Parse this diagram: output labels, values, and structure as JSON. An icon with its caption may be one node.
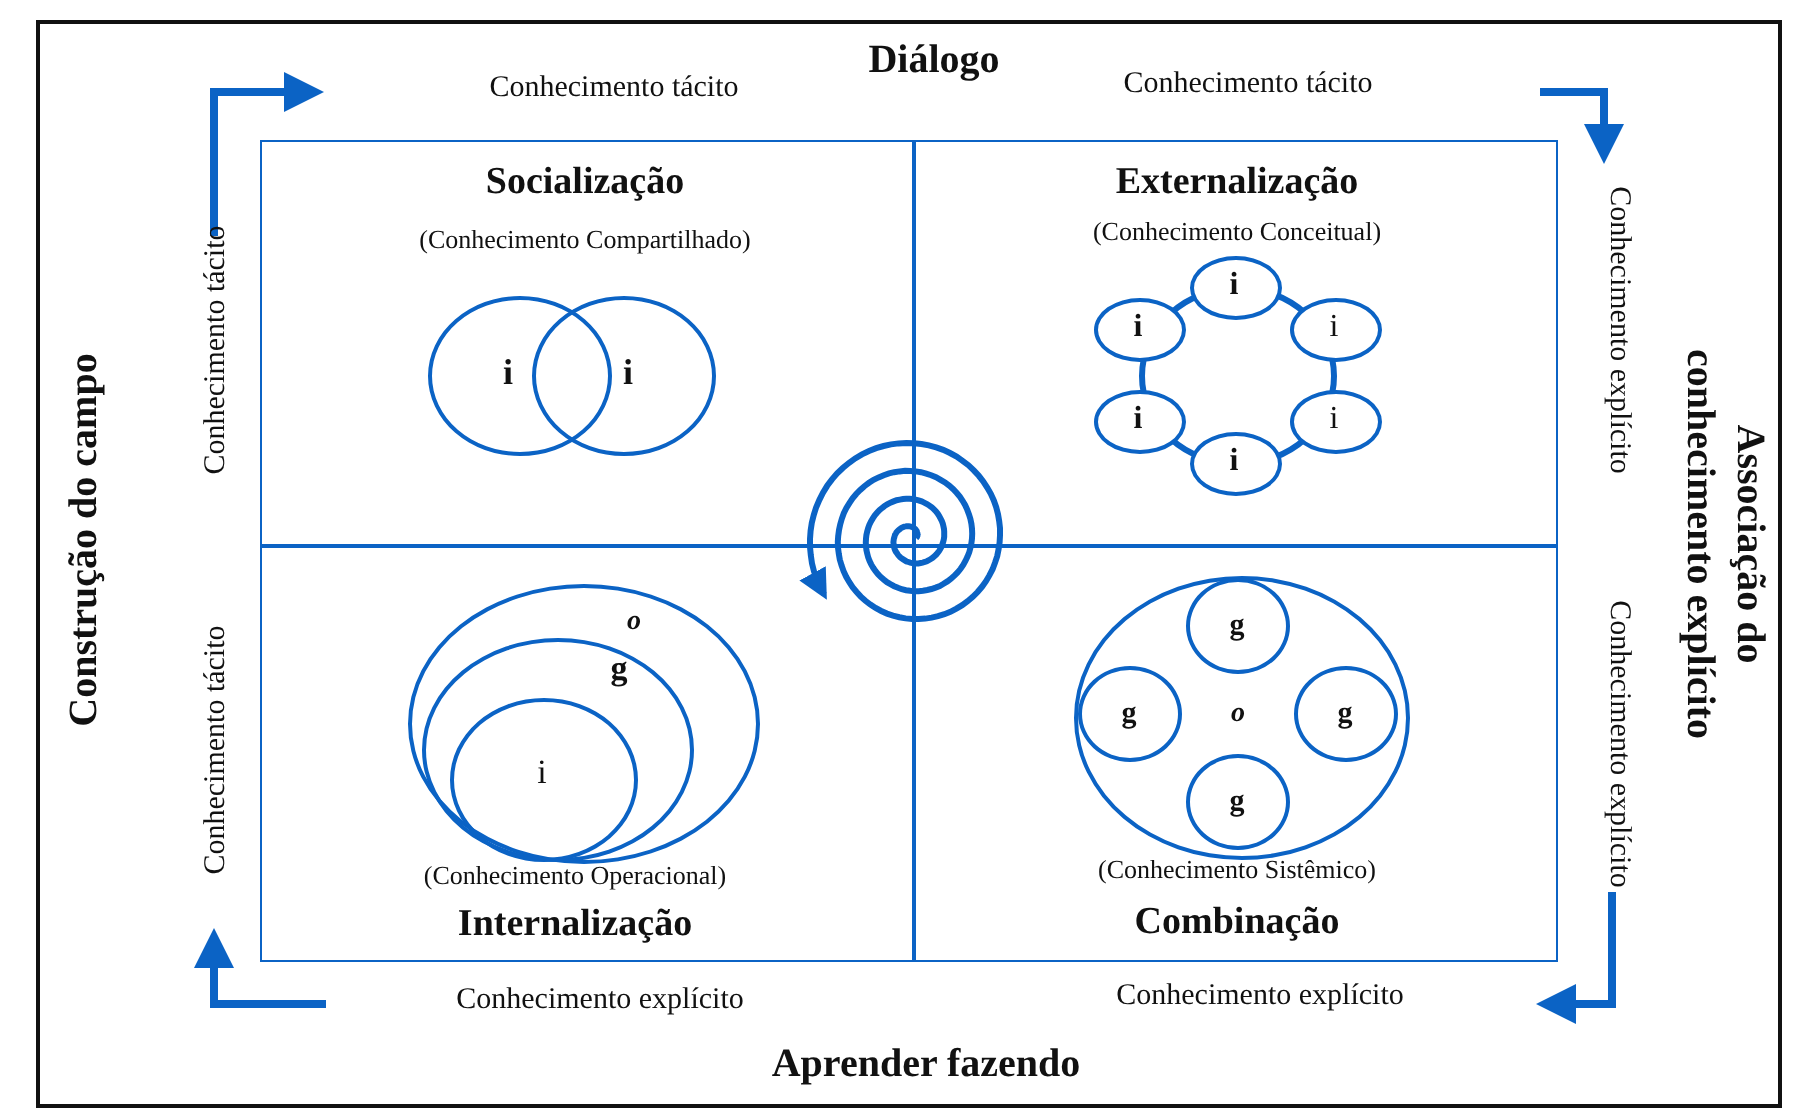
{
  "diagram": {
    "nodes": [
      {
        "text": [
          "Socialização",
          "(Conhecimento Compartilhado)"
        ]
      },
      {
        "text": [
          "Externalização",
          "(Conhecimento Conceitual)"
        ]
      },
      {
        "text": [
          "(Conhecimento Operacional)",
          "Internalização"
        ]
      },
      {
        "text": [
          "(Conhecimento Sistêmico)",
          "Combinação"
        ]
      },
      {
        "text": [
          "i"
        ],
        "in": 0
      },
      {
        "text": [
          "i"
        ],
        "in": 0
      },
      {
        "text": [
          "i"
        ],
        "in": 1
      },
      {
        "text": [
          "i"
        ],
        "in": 1
      },
      {
        "text": [
          "i"
        ],
        "in": 1
      },
      {
        "text": [
          "i"
        ],
        "in": 1
      },
      {
        "text": [
          "i"
        ],
        "in": 1
      },
      {
        "text": [
          "i"
        ],
        "in": 1
      },
      {
        "text": [
          "o"
        ],
        "in": 2
      },
      {
        "text": [
          "g"
        ],
        "in": 12
      },
      {
        "text": [
          "i"
        ],
        "in": 13
      },
      {
        "text": [
          "o"
        ],
        "in": 3
      },
      {
        "text": [
          "g"
        ],
        "in": 15
      },
      {
        "text": [
          "g"
        ],
        "in": 15
      },
      {
        "text": [
          "g"
        ],
        "in": 15
      },
      {
        "text": [
          "g"
        ],
        "in": 15
      },
      {
        "text": [],
        "shape": "spiral"
      }
    ],
    "labels": [
      "Conhecimento tácito",
      "Diálogo",
      "Conhecimento tácito",
      "Construção do campo",
      "Conhecimento tácito",
      "Conhecimento tácito",
      "Conhecimento explícito",
      "Conhecimento explícito",
      "Associação do conhecimento explícito",
      "Conhecimento explícito",
      "Conhecimento explícito",
      "Aprender fazendo"
    ]
  }
}
